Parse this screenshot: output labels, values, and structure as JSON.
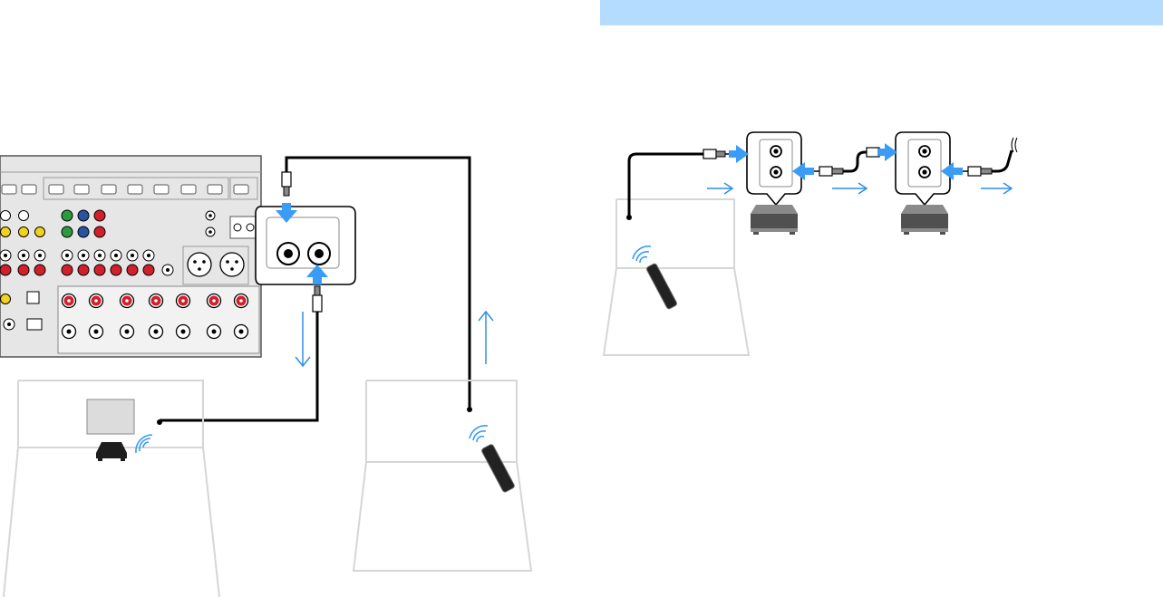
{
  "page": {
    "background": "#ffffff"
  },
  "colors": {
    "header_bar": "#b3dcff",
    "arrow_blue": "#3a9cf5",
    "flow_arrow_blue": "#2f8fe6",
    "cable": "#000000",
    "room_outline": "#d6d6d6",
    "panel_gray": "#e6e6e6",
    "panel_outline": "#555555",
    "jack_red": "#d0202c",
    "jack_yellow": "#f2d21b",
    "jack_green": "#2c9a3e",
    "jack_blue": "#2952a3",
    "device_dark": "#505050",
    "device_gray": "#8a8a8a",
    "screen_gray": "#dcdcdc"
  },
  "diagram": {
    "left_scene": {
      "receiver_rear_panel": {
        "icon": "av-receiver-rear-panel-icon"
      },
      "jack_callout": {
        "icon": "remote-in-out-jacks-icon",
        "jack_count": 2
      },
      "signal_direction_arrows": [
        "down",
        "up"
      ],
      "room_with_receiver": {
        "icons": [
          "tv-icon",
          "av-receiver-icon",
          "ir-signal-icon"
        ]
      },
      "room_with_remote": {
        "icons": [
          "remote-control-icon",
          "ir-signal-icon"
        ]
      }
    },
    "right_scene": {
      "header_bar": {
        "icon": "section-header-bar"
      },
      "remote_room": {
        "icons": [
          "remote-control-icon",
          "ir-signal-icon"
        ]
      },
      "chained_devices": [
        {
          "icon": "external-device-icon",
          "jack_count": 2
        },
        {
          "icon": "external-device-icon",
          "jack_count": 2
        }
      ],
      "flow_arrows": [
        "right",
        "right",
        "right"
      ],
      "output_plug": {
        "icon": "ir-transmitter-plug-icon"
      }
    }
  }
}
